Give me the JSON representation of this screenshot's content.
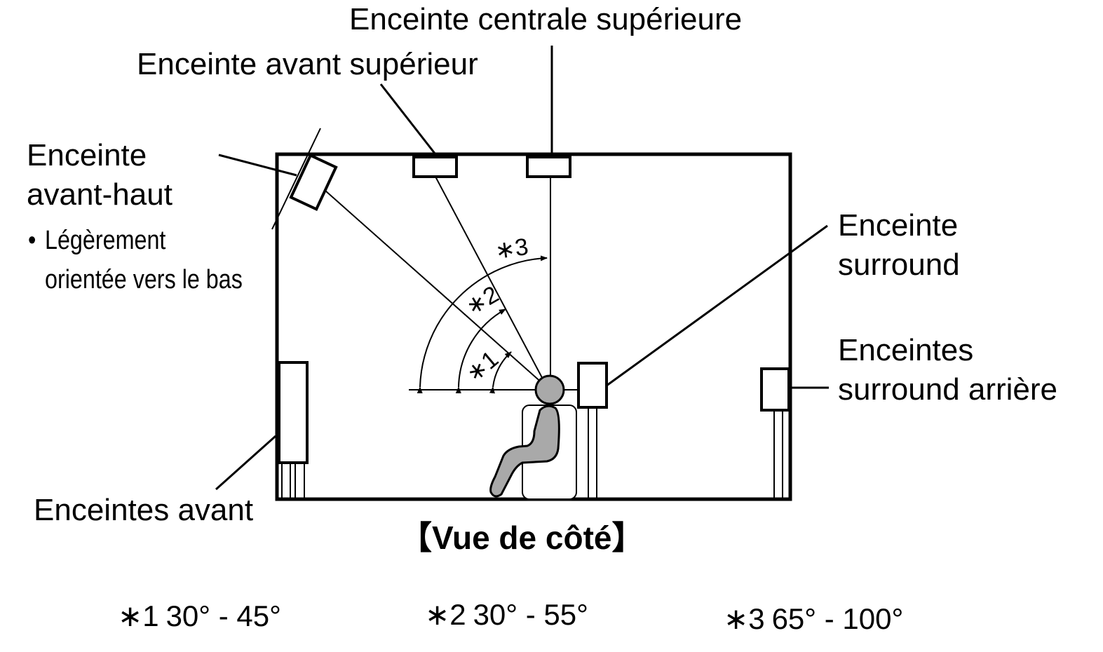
{
  "labels": {
    "top_center": "Enceinte centrale supérieure",
    "top_front": "Enceinte avant supérieur",
    "front_height_line1": "Enceinte",
    "front_height_line2": "avant-haut",
    "front_height_note_line1": "Légèrement",
    "front_height_note_line2": "orientée vers le bas",
    "surround_line1": "Enceinte",
    "surround_line2": "surround",
    "surround_back_line1": "Enceintes",
    "surround_back_line2": "surround arrière",
    "front": "Enceintes avant",
    "view_title": "【Vue de côté】"
  },
  "angle_marks": [
    "∗1",
    "∗2",
    "∗3"
  ],
  "notes": [
    {
      "mark": "∗1",
      "range": "30° - 45°"
    },
    {
      "mark": "∗2",
      "range": "30° - 55°"
    },
    {
      "mark": "∗3",
      "range": "65° - 100°"
    }
  ],
  "colors": {
    "person": "#a9a9a9",
    "line": "#000000"
  }
}
